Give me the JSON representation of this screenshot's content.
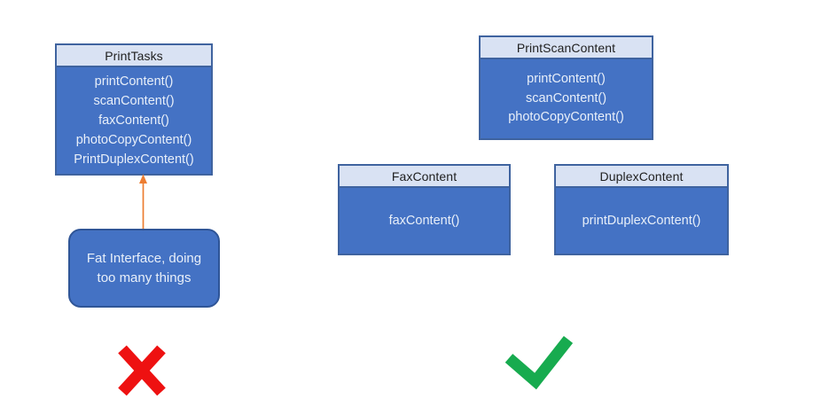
{
  "colors": {
    "box_body_fill": "#4472C4",
    "box_header_fill": "#D9E2F3",
    "box_border": "#3F639F",
    "callout_fill": "#4472C4",
    "callout_border": "#2F5597",
    "arrow_orange": "#ED7D31",
    "cross_red": "#EE1111",
    "check_green": "#17AB4F",
    "header_text": "#1F1F1F",
    "method_text": "#E8EFF9"
  },
  "bad_example": {
    "class_box": {
      "title": "PrintTasks",
      "methods": [
        "printContent()",
        "scanContent()",
        "faxContent()",
        "photoCopyContent()",
        "PrintDuplexContent()"
      ]
    },
    "callout": {
      "lines": [
        "Fat Interface, doing",
        "too many things"
      ]
    },
    "verdict_icon": "red-cross"
  },
  "good_example": {
    "boxes": [
      {
        "title": "PrintScanContent",
        "methods": [
          "printContent()",
          "scanContent()",
          "photoCopyContent()"
        ]
      },
      {
        "title": "FaxContent",
        "methods": [
          "faxContent()"
        ]
      },
      {
        "title": "DuplexContent",
        "methods": [
          "printDuplexContent()"
        ]
      }
    ],
    "verdict_icon": "green-check"
  }
}
